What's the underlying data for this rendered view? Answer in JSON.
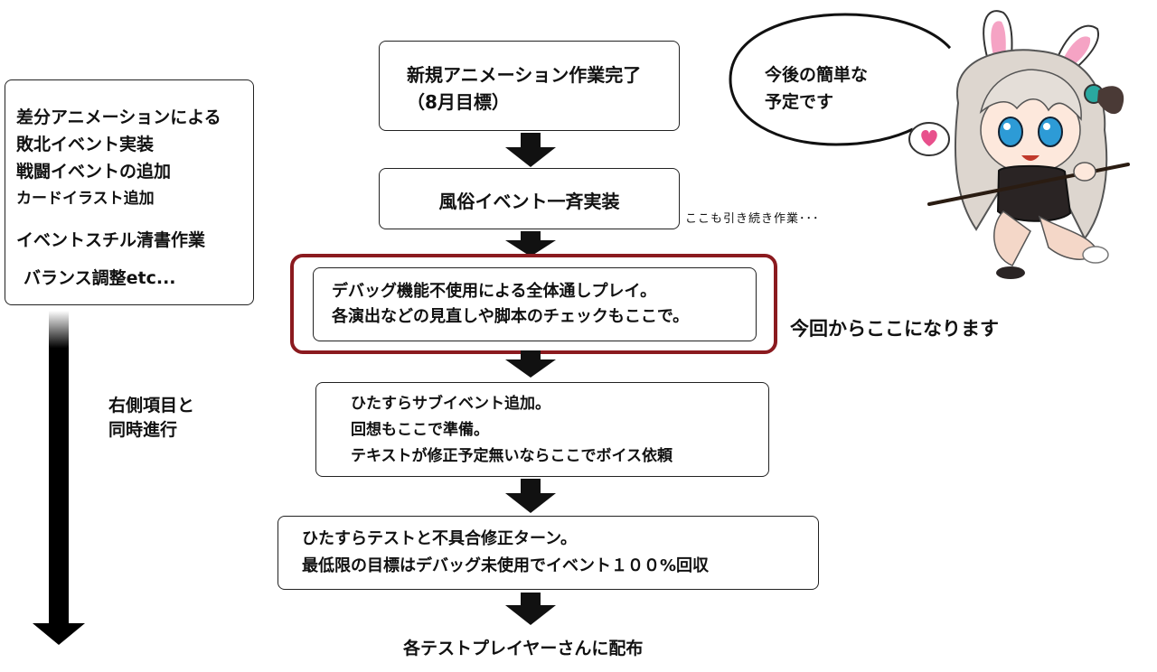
{
  "left_panel": {
    "lines": [
      "差分アニメーションによる",
      "敗北イベント実装",
      "戦闘イベントの追加",
      "カードイラスト追加",
      "イベントスチル清書作業",
      "バランス調整etc..."
    ]
  },
  "left_arrow_label": [
    "右側項目と",
    "同時進行"
  ],
  "flow": {
    "step1": [
      "新規アニメーション作業完了",
      "（8月目標）"
    ],
    "step2": "風俗イベント一斉実装",
    "step2_note": "ここも引き続き作業･･･",
    "step3": [
      "デバッグ機能不使用による全体通しプレイ。",
      "各演出などの見直しや脚本のチェックもここで。"
    ],
    "step3_note": "今回からここになります",
    "step4": [
      "ひたすらサブイベント追加。",
      "回想もここで準備。",
      "テキストが修正予定無いならここでボイス依頼"
    ],
    "step5": [
      "ひたすらテストと不具合修正ターン。",
      "最低限の目標はデバッグ未使用でイベント１００%回収"
    ],
    "final": "各テストプレイヤーさんに配布"
  },
  "speech_bubble": [
    "今後の簡単な",
    "予定です"
  ],
  "colors": {
    "highlight_border": "#8b1a1f",
    "arrow": "#111111"
  }
}
